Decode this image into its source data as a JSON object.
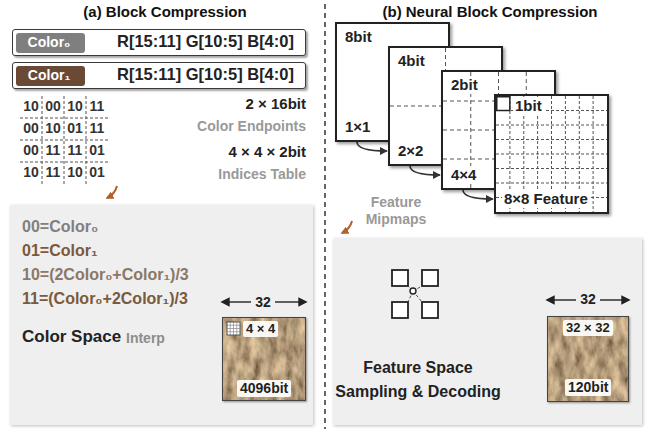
{
  "diagram": {
    "nodes": [
      {
        "text": [
          "R[15:11] G[10:5] B[4:0]"
        ]
      },
      {
        "text": [
          "Color₀"
        ],
        "in": 0
      },
      {
        "text": [
          "R[15:11] G[10:5] B[4:0]"
        ]
      },
      {
        "text": [
          "Color₁"
        ],
        "in": 2
      },
      {
        "text": [
          "00=Color₀",
          "01=Color₁",
          "10=(2Color₀+Color₁)/3",
          "11=(Color₀+2Color₁)/3",
          "Color Space",
          "Interp"
        ]
      },
      {
        "text": [
          "4 × 4",
          "4096bit"
        ],
        "in": 4
      },
      {
        "text": [
          "8bit",
          "1×1"
        ]
      },
      {
        "text": [
          "4bit",
          "2×2"
        ]
      },
      {
        "text": [
          "2bit",
          "4×4"
        ]
      },
      {
        "text": [
          "1bit",
          "8×8 Feature"
        ]
      },
      {
        "text": [
          "Feature Space",
          "Sampling & Decoding"
        ]
      },
      {
        "text": [
          "32 × 32",
          "120bit"
        ],
        "in": 10
      }
    ],
    "edges": [
      {
        "from": 6,
        "to": 7,
        "arrow": "to"
      },
      {
        "from": 7,
        "to": 8,
        "arrow": "to"
      },
      {
        "from": 8,
        "to": 9,
        "arrow": "to"
      }
    ],
    "labels": [
      "(a) Block Compression",
      "2 × 16bit",
      "Color Endpoints",
      "4 × 4 × 2bit",
      "Indices Table",
      "10",
      "00",
      "10",
      "11",
      "00",
      "10",
      "01",
      "11",
      "00",
      "11",
      "11",
      "01",
      "10",
      "11",
      "10",
      "01",
      "32",
      "(b) Neural Block Compression",
      "Feature Mipmaps",
      "32"
    ]
  }
}
